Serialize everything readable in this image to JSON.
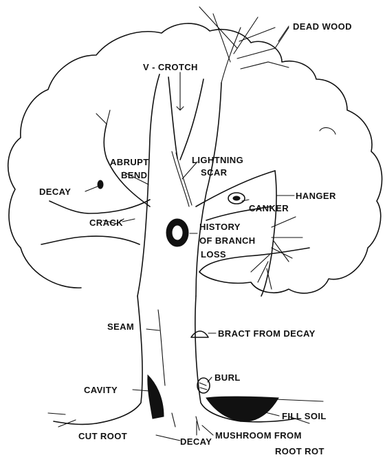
{
  "labels": {
    "dead_wood": "DEAD WOOD",
    "v_crotch": "V - CROTCH",
    "abrupt": "ABRUPT",
    "bend": "BEND",
    "lightning": "LIGHTNING",
    "scar": "SCAR",
    "decay_left": "DECAY",
    "canker": "CANKER",
    "hanger": "HANGER",
    "crack": "CRACK",
    "history": "HISTORY",
    "of_branch": "OF BRANCH",
    "loss": "LOSS",
    "seam": "SEAM",
    "bract": "BRACT  FROM DECAY",
    "burl": "BURL",
    "cavity": "CAVITY",
    "fill_soil": "FILL  SOIL",
    "cut_root": "CUT  ROOT",
    "decay_bottom": "DECAY",
    "mushroom": "MUSHROOM  FROM",
    "root_rot": "ROOT  ROT"
  }
}
